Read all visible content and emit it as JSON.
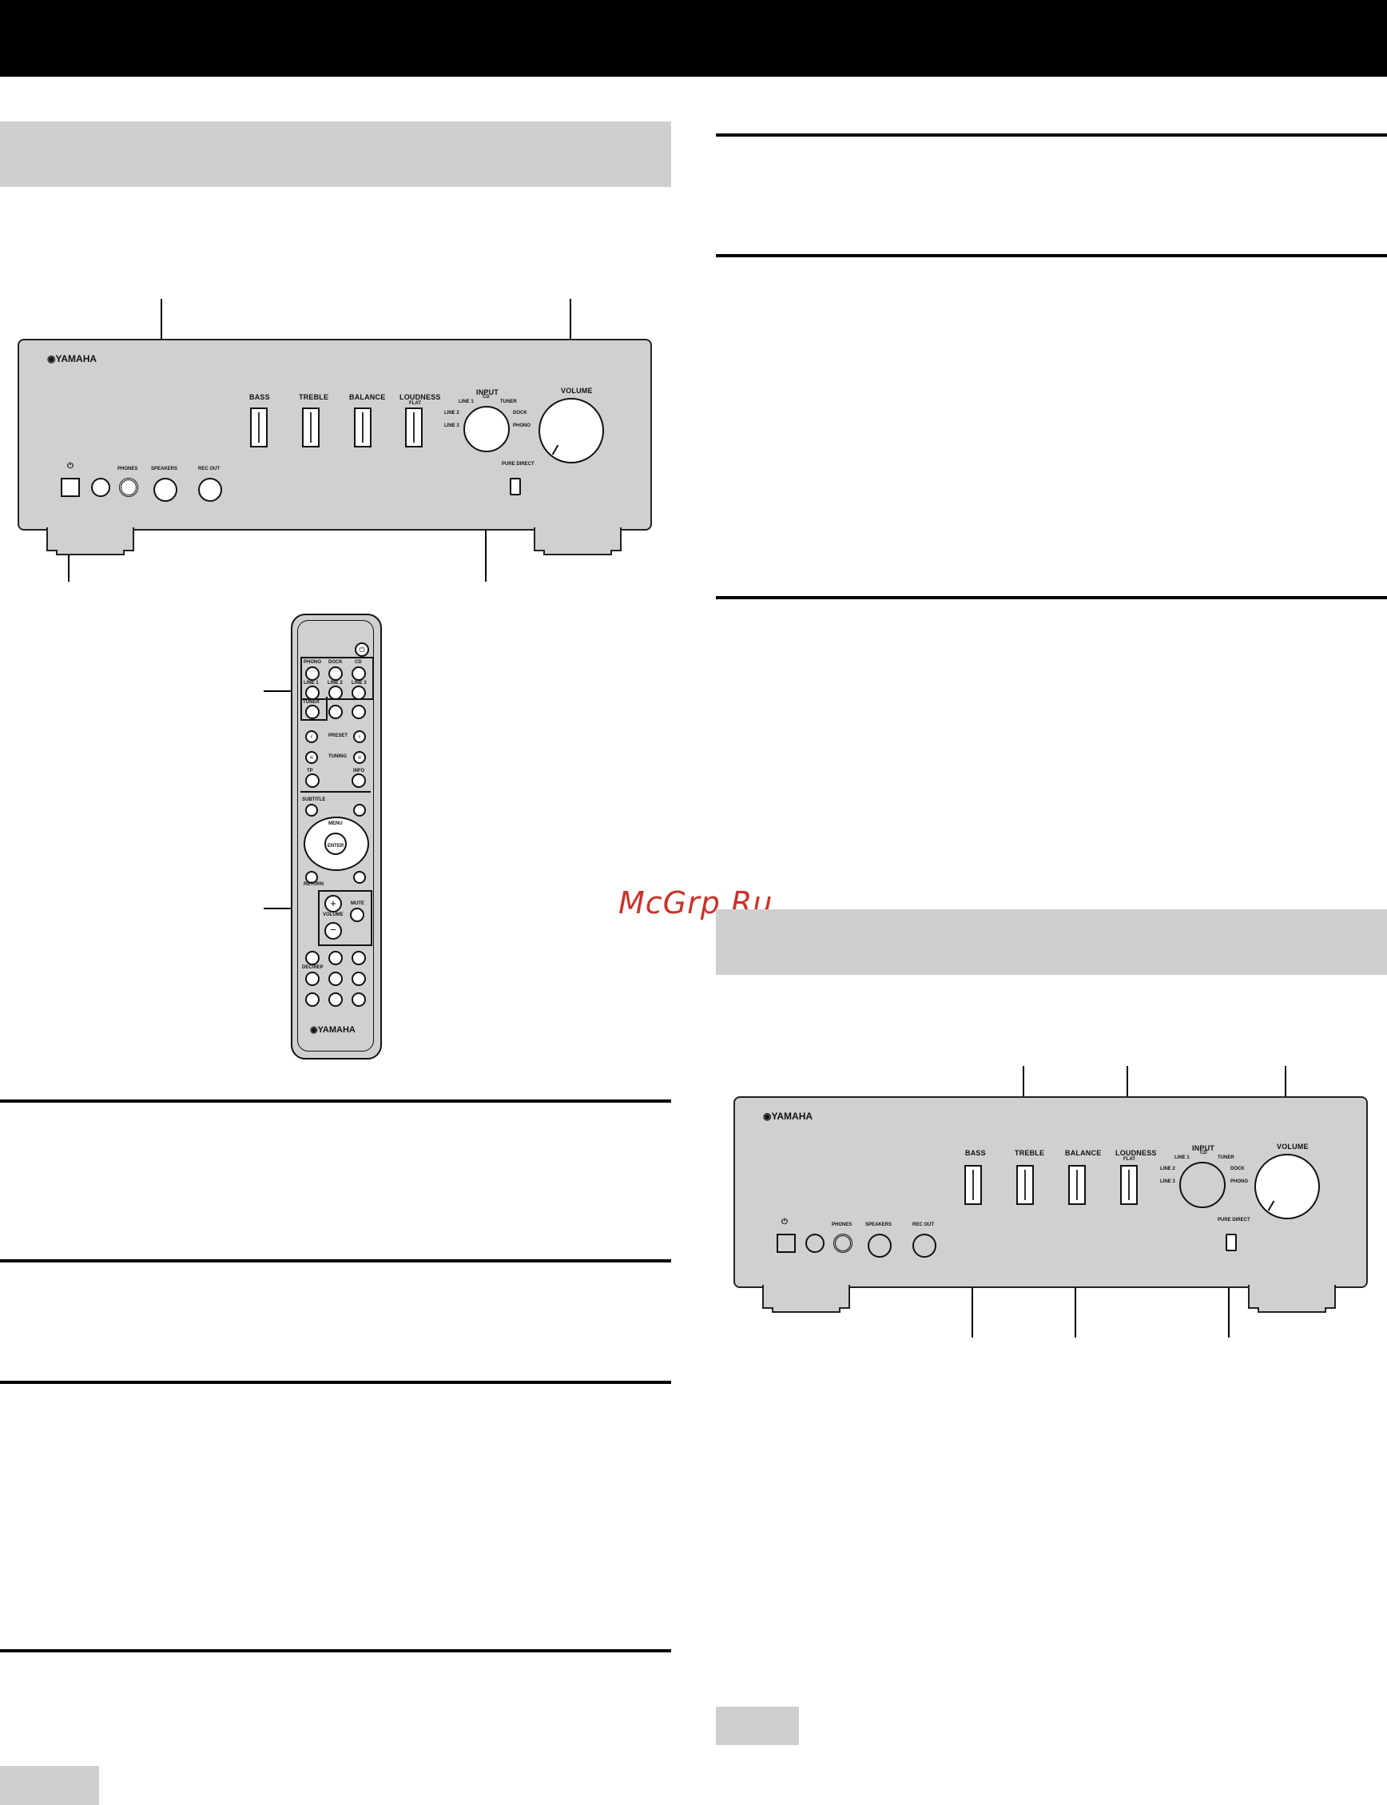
{
  "watermark": "McGrp.Ru",
  "amp": {
    "brand": "YAMAHA",
    "phones": "PHONES",
    "speakers": "SPEAKERS",
    "rec_out": "REC OUT",
    "bass": "BASS",
    "treble": "TREBLE",
    "balance": "BALANCE",
    "loudness": "LOUDNESS",
    "loudness_flat": "FLAT",
    "input": "INPUT",
    "line1": "LINE 1",
    "line2": "LINE 2",
    "line3": "LINE 3",
    "cd": "CD",
    "tuner": "TUNER",
    "dock": "DOCK",
    "phono": "PHONO",
    "volume": "VOLUME",
    "pure_direct": "PURE DIRECT"
  },
  "remote": {
    "brand": "YAMAHA",
    "phono": "PHONO",
    "dock": "DOCK",
    "cd": "CD",
    "line1": "LINE 1",
    "line2": "LINE 2",
    "line3": "LINE 3",
    "tuner": "TUNER",
    "preset": "PRESET",
    "tuning": "TUNING",
    "tp": "TP",
    "info": "INFO",
    "subtitle": "SUBTITLE",
    "menu": "MENU",
    "enter": "ENTER",
    "return": "RETURN",
    "volume": "VOLUME",
    "mute": "MUTE",
    "dec_rep": "DEC/REP"
  }
}
